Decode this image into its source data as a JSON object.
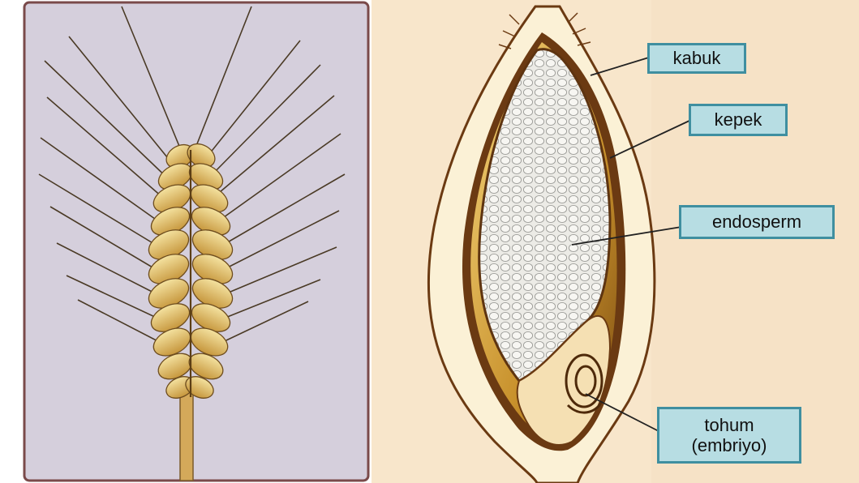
{
  "labels": {
    "kabuk": "kabuk",
    "kepek": "kepek",
    "endosperm": "endosperm",
    "tohum_line1": "tohum",
    "tohum_line2": "(embriyo)"
  },
  "colors": {
    "left_panel_bg": "#d5cfdc",
    "left_panel_border": "#7a4a4a",
    "right_bg": "#f6e2c6",
    "label_fill": "#b7dde3",
    "label_border": "#3f8fa0",
    "grain_brown": "#6b3a12",
    "grain_gold": "#c99a3e",
    "endosperm_fill": "#e9e7e2"
  }
}
